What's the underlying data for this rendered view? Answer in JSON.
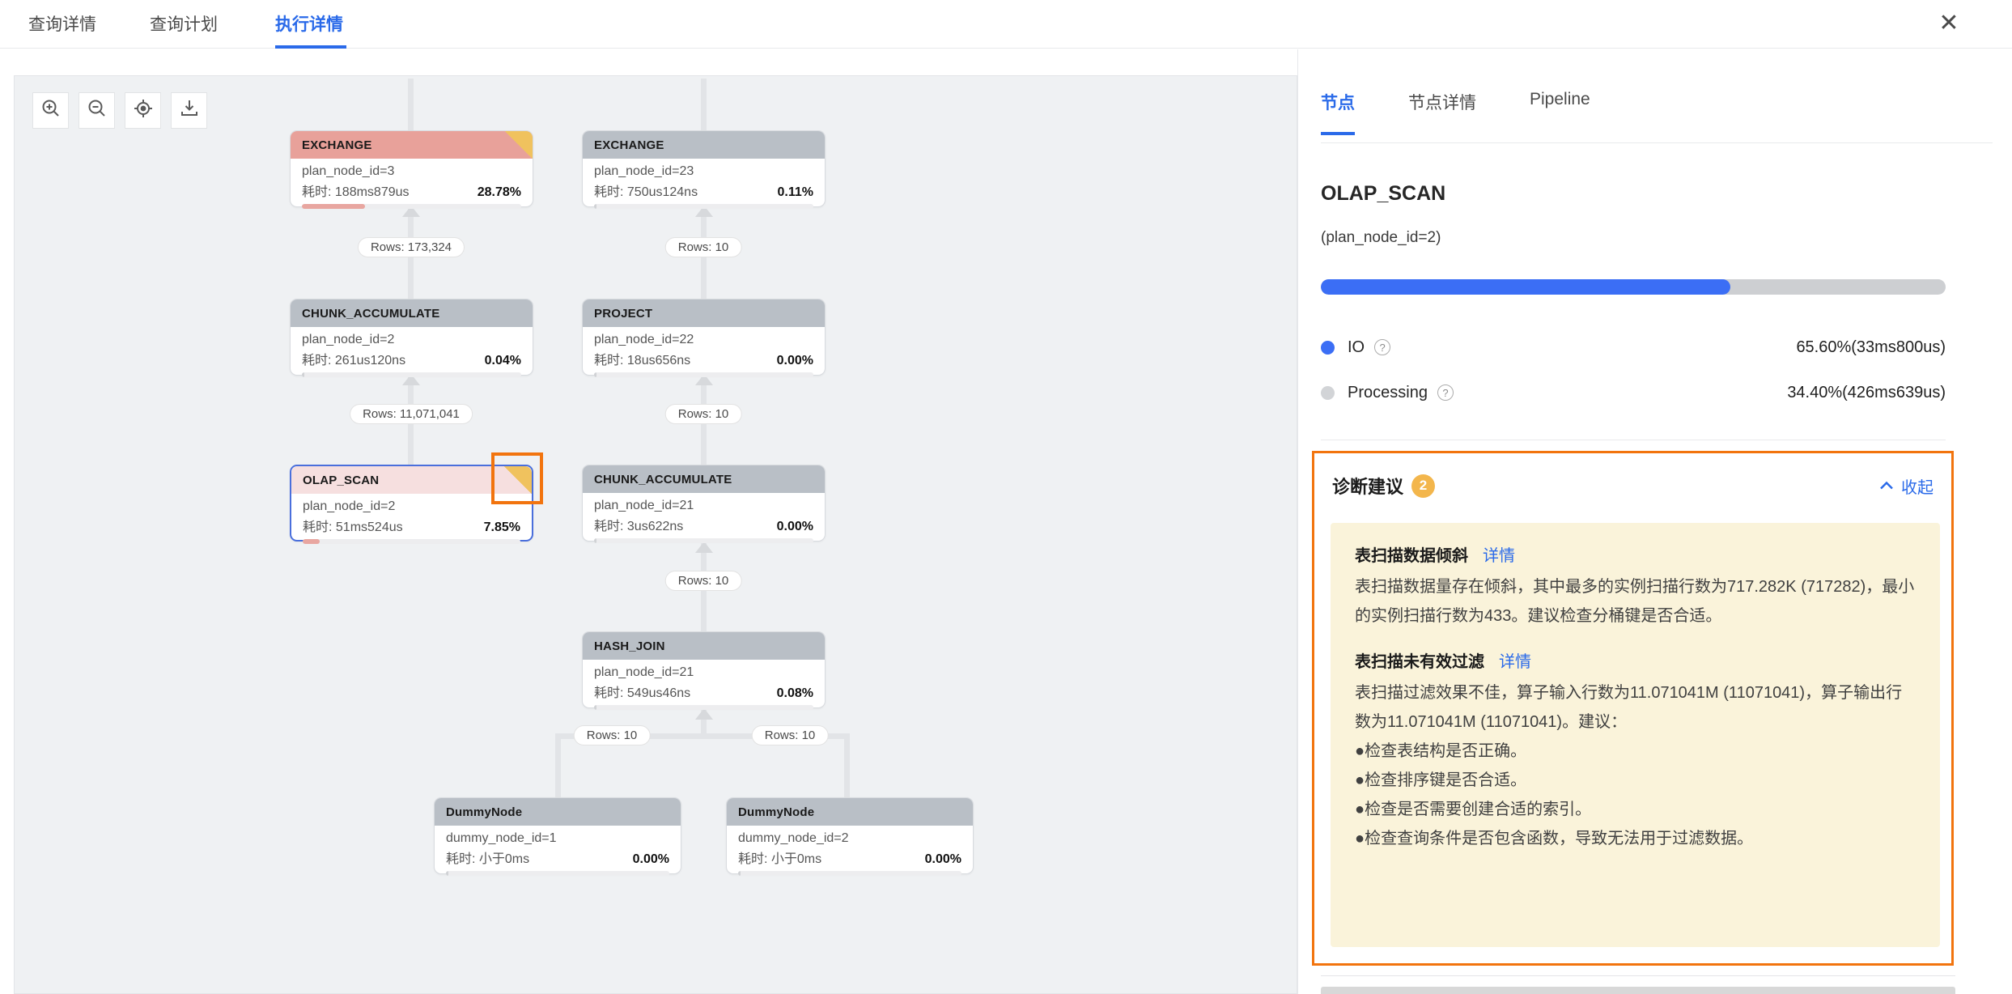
{
  "header": {
    "tabs": [
      {
        "label": "查询详情"
      },
      {
        "label": "查询计划"
      },
      {
        "label": "执行详情"
      }
    ],
    "active_tab": "执行详情"
  },
  "icons": {
    "close": "✕",
    "help": "?"
  },
  "colors": {
    "accent_blue": "#2a6ae9",
    "progress_blue": "#3b6ef5",
    "hot_node_pink": "#e8a19a",
    "selected_node_pink": "#f6dfdf",
    "node_header_gray": "#b9bfc6",
    "corner_badge_yellow": "#f0c25e",
    "diagnosis_border_orange": "#f2740e",
    "diagnosis_bg_yellow": "#faf3da",
    "badge_yellow": "#f3b64c"
  },
  "canvas": {
    "toolbar_icons": [
      "zoom-in",
      "zoom-out",
      "locate",
      "download"
    ],
    "nodes": [
      {
        "title": "EXCHANGE",
        "id_line": "plan_node_id=3",
        "time_label": "耗时: 188ms879us",
        "percent": "28.78%",
        "progress": 28.78
      },
      {
        "title": "EXCHANGE",
        "id_line": "plan_node_id=23",
        "time_label": "耗时: 750us124ns",
        "percent": "0.11%",
        "progress": 0.6
      },
      {
        "title": "CHUNK_ACCUMULATE",
        "id_line": "plan_node_id=2",
        "time_label": "耗时: 261us120ns",
        "percent": "0.04%",
        "progress": 0.6
      },
      {
        "title": "PROJECT",
        "id_line": "plan_node_id=22",
        "time_label": "耗时: 18us656ns",
        "percent": "0.00%",
        "progress": 0.5
      },
      {
        "title": "OLAP_SCAN",
        "id_line": "plan_node_id=2",
        "time_label": "耗时: 51ms524us",
        "percent": "7.85%",
        "progress": 7.85
      },
      {
        "title": "CHUNK_ACCUMULATE",
        "id_line": "plan_node_id=21",
        "time_label": "耗时: 3us622ns",
        "percent": "0.00%",
        "progress": 0.5
      },
      {
        "title": "HASH_JOIN",
        "id_line": "plan_node_id=21",
        "time_label": "耗时: 549us46ns",
        "percent": "0.08%",
        "progress": 0.6
      },
      {
        "title": "DummyNode",
        "id_line": "dummy_node_id=1",
        "time_label": "耗时: 小于0ms",
        "percent": "0.00%",
        "progress": 0.5
      },
      {
        "title": "DummyNode",
        "id_line": "dummy_node_id=2",
        "time_label": "耗时: 小于0ms",
        "percent": "0.00%",
        "progress": 0.5
      }
    ],
    "row_labels": {
      "r1c1": "Rows: 173,324",
      "r1c2": "Rows: 10",
      "r2c1": "Rows: 11,071,041",
      "r2c2": "Rows: 10",
      "r3": "Rows: 10",
      "r4c1": "Rows: 10",
      "r4c2": "Rows: 10"
    }
  },
  "panel": {
    "tabs": [
      "节点",
      "节点详情",
      "Pipeline"
    ],
    "active_tab": "节点",
    "node_title": "OLAP_SCAN",
    "node_subtitle": "(plan_node_id=2)",
    "progress_percent": 65.6,
    "metrics": [
      {
        "label": "IO",
        "value": "65.60%(33ms800us)"
      },
      {
        "label": "Processing",
        "value": "34.40%(426ms639us)"
      }
    ],
    "diagnosis": {
      "title": "诊断建议",
      "count": "2",
      "collapse_label": "收起",
      "items": [
        {
          "title": "表扫描数据倾斜",
          "link": "详情",
          "body": "表扫描数据量存在倾斜，其中最多的实例扫描行数为717.282K (717282)，最小的实例扫描行数为433。建议检查分桶键是否合适。"
        },
        {
          "title": "表扫描未有效过滤",
          "link": "详情",
          "body": "表扫描过滤效果不佳，算子输入行数为11.071041M (11071041)，算子输出行数为11.071041M (11071041)。建议：",
          "bullets": [
            "●检查表结构是否正确。",
            "●检查排序键是否合适。",
            "●检查是否需要创建合适的索引。",
            "●检查查询条件是否包含函数，导致无法用于过滤数据。"
          ]
        }
      ]
    }
  }
}
